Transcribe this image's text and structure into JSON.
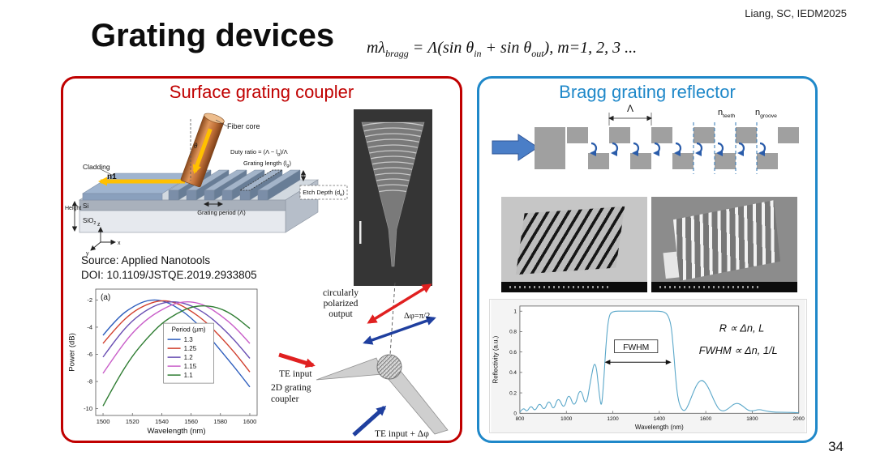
{
  "slide": {
    "attribution": "Liang, SC, IEDM2025",
    "title": "Grating devices",
    "page_number": "34",
    "formula": {
      "p1": "mλ",
      "s1": "bragg",
      "p2": " = Λ(sin θ",
      "s2": "in",
      "p3": " + sin θ",
      "s3": "out",
      "p4": "), m=1, 2, 3 ..."
    }
  },
  "left_panel": {
    "title": "Surface grating coupler",
    "border_color": "#c00000",
    "schematic": {
      "fiber_core": "Fiber core",
      "theta": "θ",
      "cladding": "Cladding",
      "n1": "n1",
      "height": "Height",
      "si": "Si",
      "sio2_base": "SiO",
      "sio2_sub": "2",
      "duty_pre": "Duty ratio = (Λ − l",
      "duty_sub": "g",
      "duty_post": ")/Λ",
      "len_pre": "Grating length (l",
      "len_sub": "g",
      "len_post": ")",
      "etch_pre": "Etch Depth (d",
      "etch_sub": "e",
      "etch_post": ")",
      "grating_period": "Grating period (Λ)",
      "axis_z": "z",
      "axis_x": "x",
      "axis_y": "y"
    },
    "source_line1": "Source: Applied Nanotools",
    "source_line2": "DOI: 10.1109/JSTQE.2019.2933805",
    "polarization": {
      "out1": "circularly",
      "out2": "polarized",
      "out3": "output",
      "dphi": "Δφ=π/2",
      "te_input": "TE input",
      "coupler1": "2D grating",
      "coupler2": "coupler",
      "te_input_dphi": "TE input + Δφ"
    }
  },
  "right_panel": {
    "title": "Bragg grating reflector",
    "border_color": "#1f88c9",
    "schematic": {
      "lambda": "Λ",
      "n_base1": "n",
      "n_sub1": "teeth",
      "n_base2": "n",
      "n_sub2": "groove"
    }
  },
  "chart_data": [
    {
      "type": "line",
      "inner_title": "(a)",
      "xlabel": "Wavelength (nm)",
      "ylabel": "Power (dB)",
      "xlim": [
        1495,
        1605
      ],
      "ylim": [
        -10.5,
        -1.2
      ],
      "xticks": [
        1500,
        1520,
        1540,
        1560,
        1580,
        1600
      ],
      "yticks": [
        -10,
        -8,
        -6,
        -4,
        -2
      ],
      "grid": false,
      "legend_title": "Period (μm)",
      "legend_position": "center-inside",
      "x": [
        1500,
        1510,
        1520,
        1530,
        1540,
        1550,
        1560,
        1570,
        1580,
        1590,
        1600
      ],
      "series": [
        {
          "name": "1.3",
          "color": "#2f5fbe",
          "values": [
            -4.6,
            -3.3,
            -2.5,
            -2.0,
            -2.0,
            -2.5,
            -3.3,
            -4.4,
            -5.7,
            -7.0,
            -8.4
          ]
        },
        {
          "name": "1.25",
          "color": "#d1402f",
          "values": [
            -5.2,
            -3.9,
            -2.9,
            -2.3,
            -2.0,
            -2.2,
            -2.8,
            -3.6,
            -4.7,
            -5.9,
            -7.3
          ]
        },
        {
          "name": "1.2",
          "color": "#6a4fb3",
          "values": [
            -6.2,
            -4.7,
            -3.5,
            -2.7,
            -2.2,
            -2.1,
            -2.4,
            -3.0,
            -3.9,
            -5.0,
            -6.3
          ]
        },
        {
          "name": "1.15",
          "color": "#c95fc9",
          "values": [
            -7.4,
            -5.8,
            -4.4,
            -3.4,
            -2.7,
            -2.2,
            -2.1,
            -2.4,
            -3.1,
            -4.0,
            -5.2
          ]
        },
        {
          "name": "1.1",
          "color": "#2f7d33",
          "values": [
            -9.8,
            -7.8,
            -6.1,
            -4.8,
            -3.7,
            -3.0,
            -2.5,
            -2.4,
            -2.6,
            -3.2,
            -4.1
          ]
        }
      ]
    },
    {
      "type": "line",
      "xlabel": "Wavelength (nm)",
      "ylabel": "Reflectivity (a.u.)",
      "xlim": [
        800,
        2000
      ],
      "ylim": [
        0,
        1.05
      ],
      "xticks": [
        800,
        1000,
        1200,
        1400,
        1600,
        1800,
        2000
      ],
      "yticks": [
        0,
        0.2,
        0.4,
        0.6,
        0.8,
        1
      ],
      "grid": false,
      "x": [
        800,
        815,
        830,
        848,
        865,
        885,
        905,
        925,
        945,
        965,
        990,
        1010,
        1035,
        1060,
        1085,
        1105,
        1125,
        1143,
        1152,
        1162,
        1172,
        1182,
        1195,
        1250,
        1300,
        1350,
        1400,
        1425,
        1440,
        1452,
        1462,
        1472,
        1482,
        1495,
        1510,
        1525,
        1545,
        1565,
        1585,
        1605,
        1625,
        1645,
        1660,
        1680,
        1700,
        1720,
        1740,
        1760,
        1780,
        1800,
        1830,
        1860,
        1900,
        1950,
        2000
      ],
      "series": [
        {
          "name": "Reflectivity",
          "color": "#5aa7c9",
          "values": [
            0.01,
            0.06,
            0.01,
            0.08,
            0.015,
            0.11,
            0.02,
            0.14,
            0.02,
            0.17,
            0.03,
            0.21,
            0.04,
            0.27,
            0.05,
            0.33,
            0.55,
            0.15,
            0.05,
            0.35,
            0.72,
            0.94,
            1.0,
            1.0,
            1.0,
            1.0,
            1.0,
            0.99,
            0.95,
            0.85,
            0.6,
            0.3,
            0.12,
            0.04,
            0.02,
            0.08,
            0.2,
            0.3,
            0.33,
            0.28,
            0.18,
            0.08,
            0.03,
            0.02,
            0.05,
            0.09,
            0.1,
            0.07,
            0.03,
            0.02,
            0.04,
            0.02,
            0.01,
            0.01,
            0.005
          ]
        }
      ],
      "fwhm": {
        "label": "FWHM",
        "x1": 1165,
        "x2": 1452,
        "arrow_y": 0.5,
        "label_x": 1300,
        "label_y": 0.64
      },
      "formulas": [
        {
          "text": "R ∝ Δn, L",
          "x": 1755,
          "y": 0.8,
          "size": 13
        },
        {
          "text": "FWHM ∝ Δn, 1/L",
          "x": 1740,
          "y": 0.58,
          "size": 13
        }
      ]
    }
  ]
}
